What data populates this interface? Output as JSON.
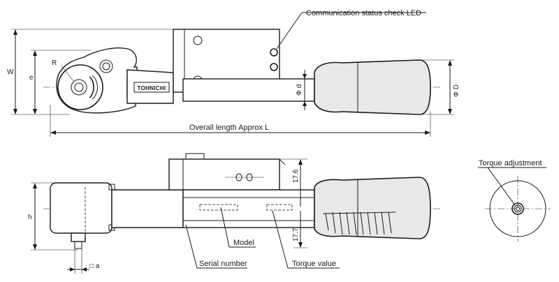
{
  "labels": {
    "communication_led": "Communication status check LED",
    "overall_length": "Overall length Approx L",
    "torque_adjustment": "Torque adjustment",
    "model": "Model",
    "serial_number": "Serial number",
    "torque_value": "Torque value",
    "brand": "TOHNICHI"
  },
  "dimensions": {
    "w": "W",
    "e": "e",
    "r": "R",
    "phi_d": "Φ d",
    "phi_D": "Φ D",
    "h": "h",
    "upper_offset": "17.6",
    "lower_offset": "17.7",
    "square_drive": "□ a"
  },
  "colors": {
    "line": "#1a1a1a",
    "grip_fill": "#e8e8e8",
    "background": "#ffffff"
  }
}
